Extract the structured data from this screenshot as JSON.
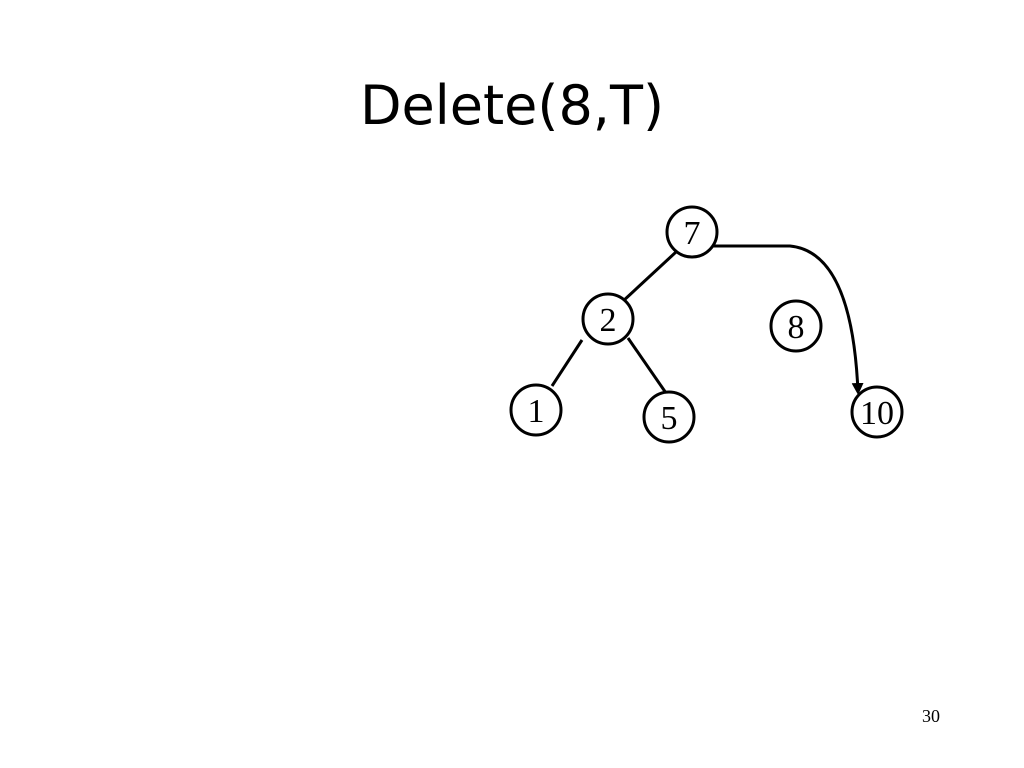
{
  "slide": {
    "title": "Delete(8,T)",
    "page_number": "30"
  },
  "tree": {
    "nodes": [
      {
        "id": "n7",
        "label": "7"
      },
      {
        "id": "n2",
        "label": "2"
      },
      {
        "id": "n8",
        "label": "8"
      },
      {
        "id": "n1",
        "label": "1"
      },
      {
        "id": "n5",
        "label": "5"
      },
      {
        "id": "n10",
        "label": "10"
      }
    ],
    "edges": [
      {
        "from": "n7",
        "to": "n2",
        "style": "line"
      },
      {
        "from": "n2",
        "to": "n1",
        "style": "line"
      },
      {
        "from": "n2",
        "to": "n5",
        "style": "line"
      },
      {
        "from": "n7",
        "to": "n10",
        "style": "curved-arrow"
      }
    ]
  }
}
